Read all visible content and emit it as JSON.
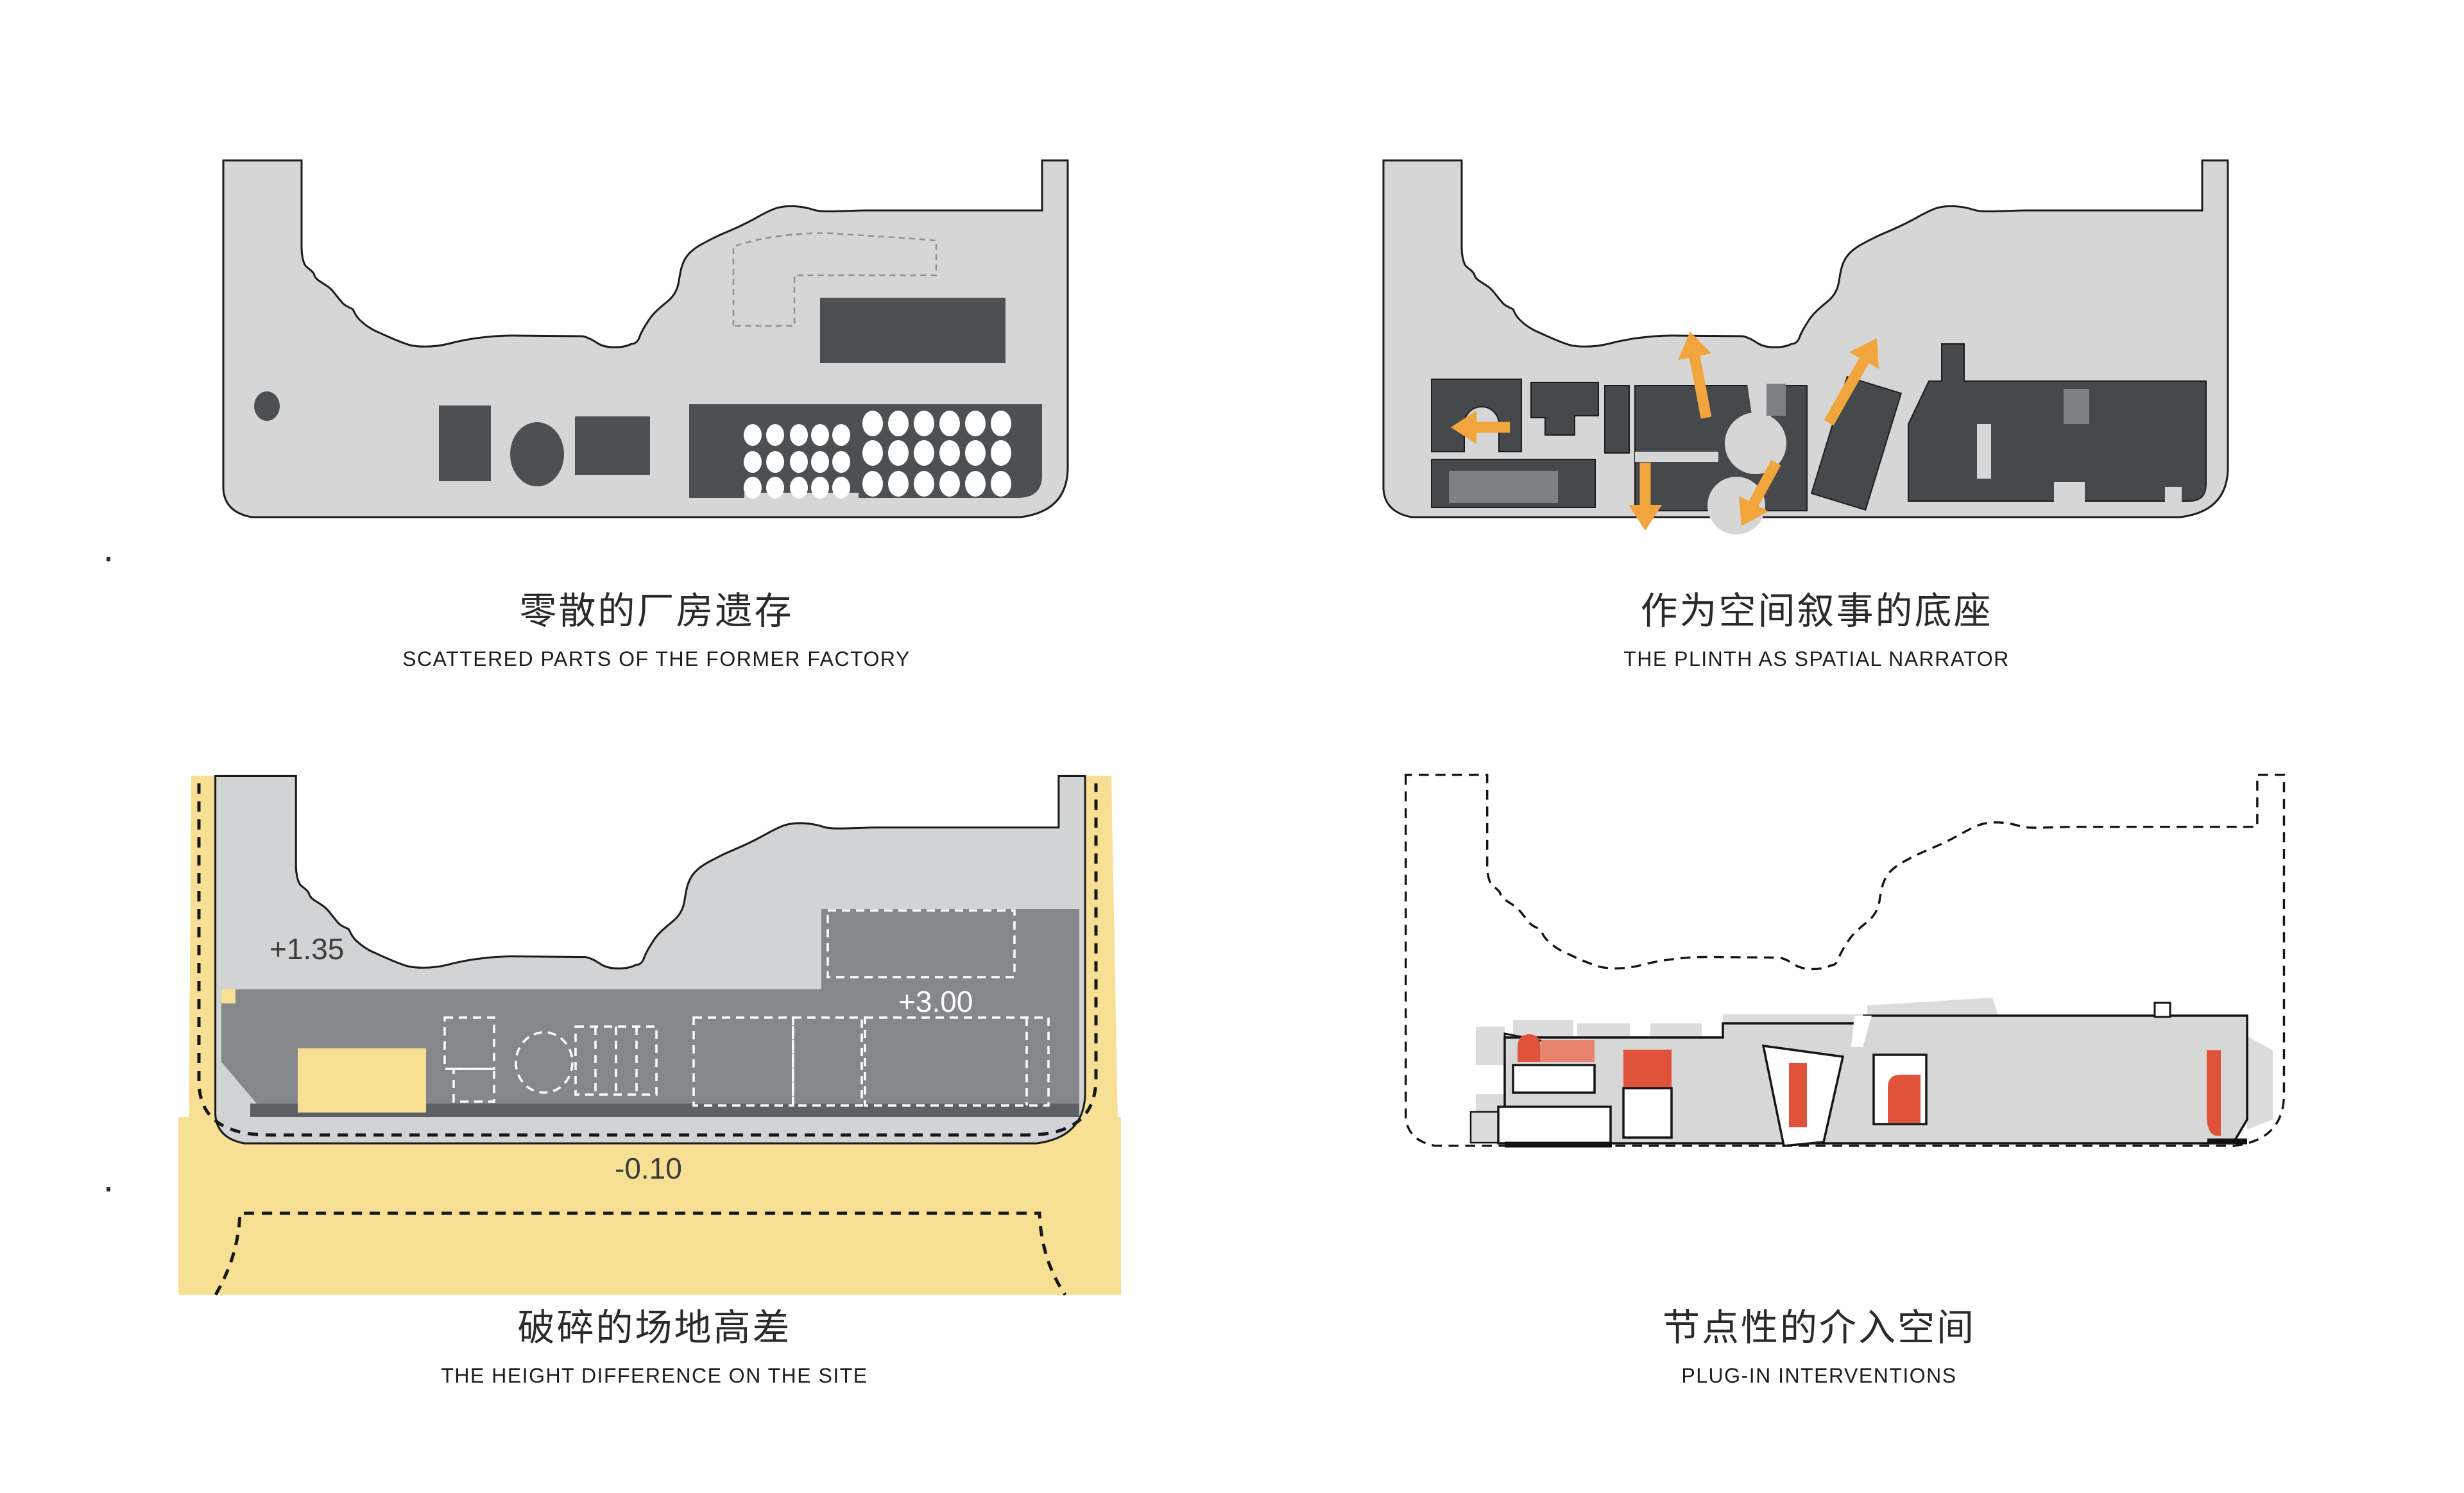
{
  "page": {
    "background": "#ffffff"
  },
  "colors": {
    "site_fill": "#d6d6d6",
    "site_outline": "#1c1c1c",
    "building_dark": "#4d5053",
    "building_mid": "#7e8184",
    "arrow_orange": "#f1a53c",
    "road_yellow": "#f7e093",
    "platform_gray": "#85878b",
    "platform_edge_strip": "#5d6064",
    "intervention_red": "#e0523a",
    "intervention_salmon": "#e8836e",
    "dashed_gray": "#8f8f8f"
  },
  "panels": [
    {
      "id": "scattered-factory",
      "title_zh": "零散的厂房遗存",
      "title_en": "SCATTERED PARTS OF THE FORMER FACTORY"
    },
    {
      "id": "plinth-narrator",
      "title_zh": "作为空间叙事的底座",
      "title_en": "THE PLINTH AS SPATIAL NARRATOR"
    },
    {
      "id": "height-difference",
      "title_zh": "破碎的场地高差",
      "title_en": "THE HEIGHT DIFFERENCE ON THE SITE",
      "levels": {
        "upper": "+1.35",
        "platform": "+3.00",
        "road": "-0.10"
      }
    },
    {
      "id": "plug-in",
      "title_zh": "节点性的介入空间",
      "title_en": "PLUG-IN INTERVENTIONS"
    }
  ]
}
